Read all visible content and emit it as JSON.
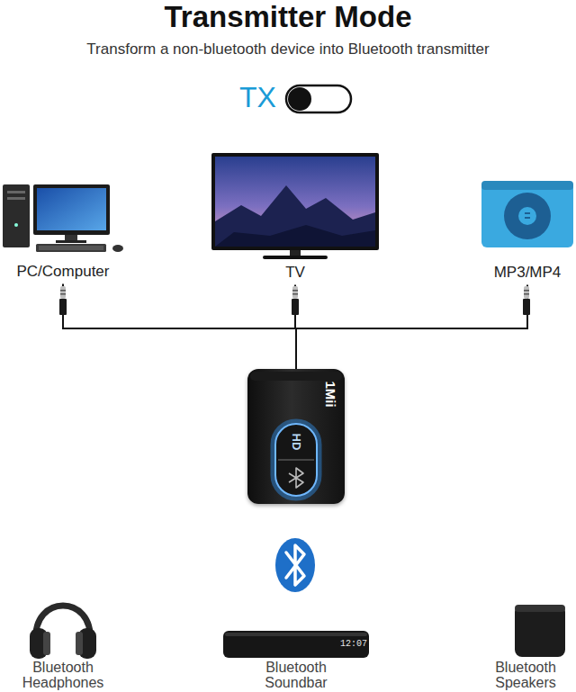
{
  "diagram": {
    "title": "Transmitter Mode",
    "nodes": [
      {
        "text": [
          "PC/Computer"
        ]
      },
      {
        "text": [
          "TV"
        ]
      },
      {
        "text": [
          "MP3/MP4"
        ]
      },
      {
        "text": [
          "1Mii",
          "HD"
        ]
      },
      {
        "text": [
          "Bluetooth Headphones"
        ]
      },
      {
        "text": [
          "Bluetooth Soundbar"
        ]
      },
      {
        "text": [
          "Bluetooth Speakers"
        ]
      }
    ],
    "edges": [
      {
        "from": 0,
        "to": 3,
        "arrow": "none"
      },
      {
        "from": 1,
        "to": 3,
        "arrow": "none"
      },
      {
        "from": 2,
        "to": 3,
        "arrow": "none"
      }
    ],
    "labels": [
      "Transform a non-bluetooth device into Bluetooth transmitter",
      "TX",
      "12:07"
    ]
  }
}
